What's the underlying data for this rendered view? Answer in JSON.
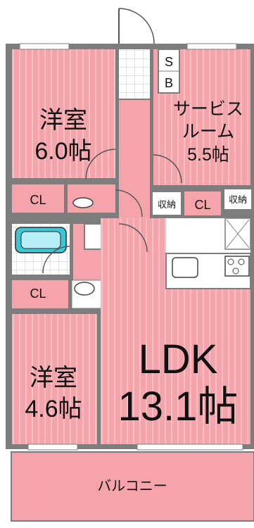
{
  "floor_plan": {
    "colors": {
      "room_fill": "#f4a4aa",
      "room_stripe": "#f8c1c5",
      "wall": "#7d7d7d",
      "floor_light": "#ffffff",
      "balcony": "#f4a4aa"
    },
    "rooms": {
      "western_room_1": {
        "name": "洋室",
        "size": "6.0帖"
      },
      "service_room": {
        "line1": "サービス",
        "line2": "ルーム",
        "size": "5.5帖"
      },
      "western_room_2": {
        "name": "洋室",
        "size": "4.6帖"
      },
      "ldk": {
        "name": "LDK",
        "size": "13.1帖"
      },
      "balcony": {
        "name": "バルコニー"
      }
    },
    "closets": {
      "cl_room1": "CL",
      "cl_service": "CL",
      "cl_room2": "CL"
    },
    "storage": {
      "hall_storage": "収納",
      "ldk_storage": "収納"
    },
    "shoe_box": {
      "top": "S",
      "bottom": "B"
    }
  }
}
